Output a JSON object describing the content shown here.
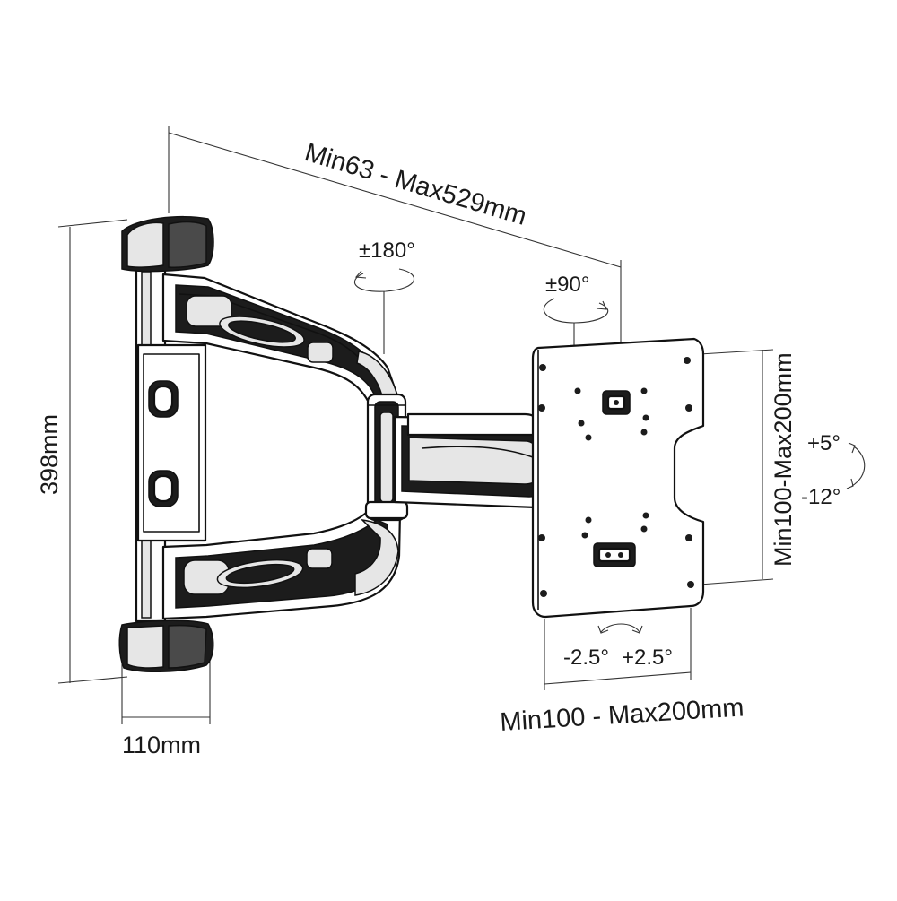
{
  "dimensions": {
    "arm_extension": "Min63 - Max529mm",
    "height": "398mm",
    "plate_width": "110mm",
    "vesa_horizontal": "Min100 - Max200mm",
    "vesa_vertical": "Min100-Max200mm"
  },
  "rotations": {
    "arm_swivel": "±180°",
    "head_swivel": "±90°",
    "tilt_up": "+5°",
    "tilt_down": "-12°",
    "level_left": "-2.5°",
    "level_right": "+2.5°"
  },
  "colors": {
    "line": "#111111",
    "dark_fill": "#1c1c1c",
    "background": "#ffffff"
  }
}
